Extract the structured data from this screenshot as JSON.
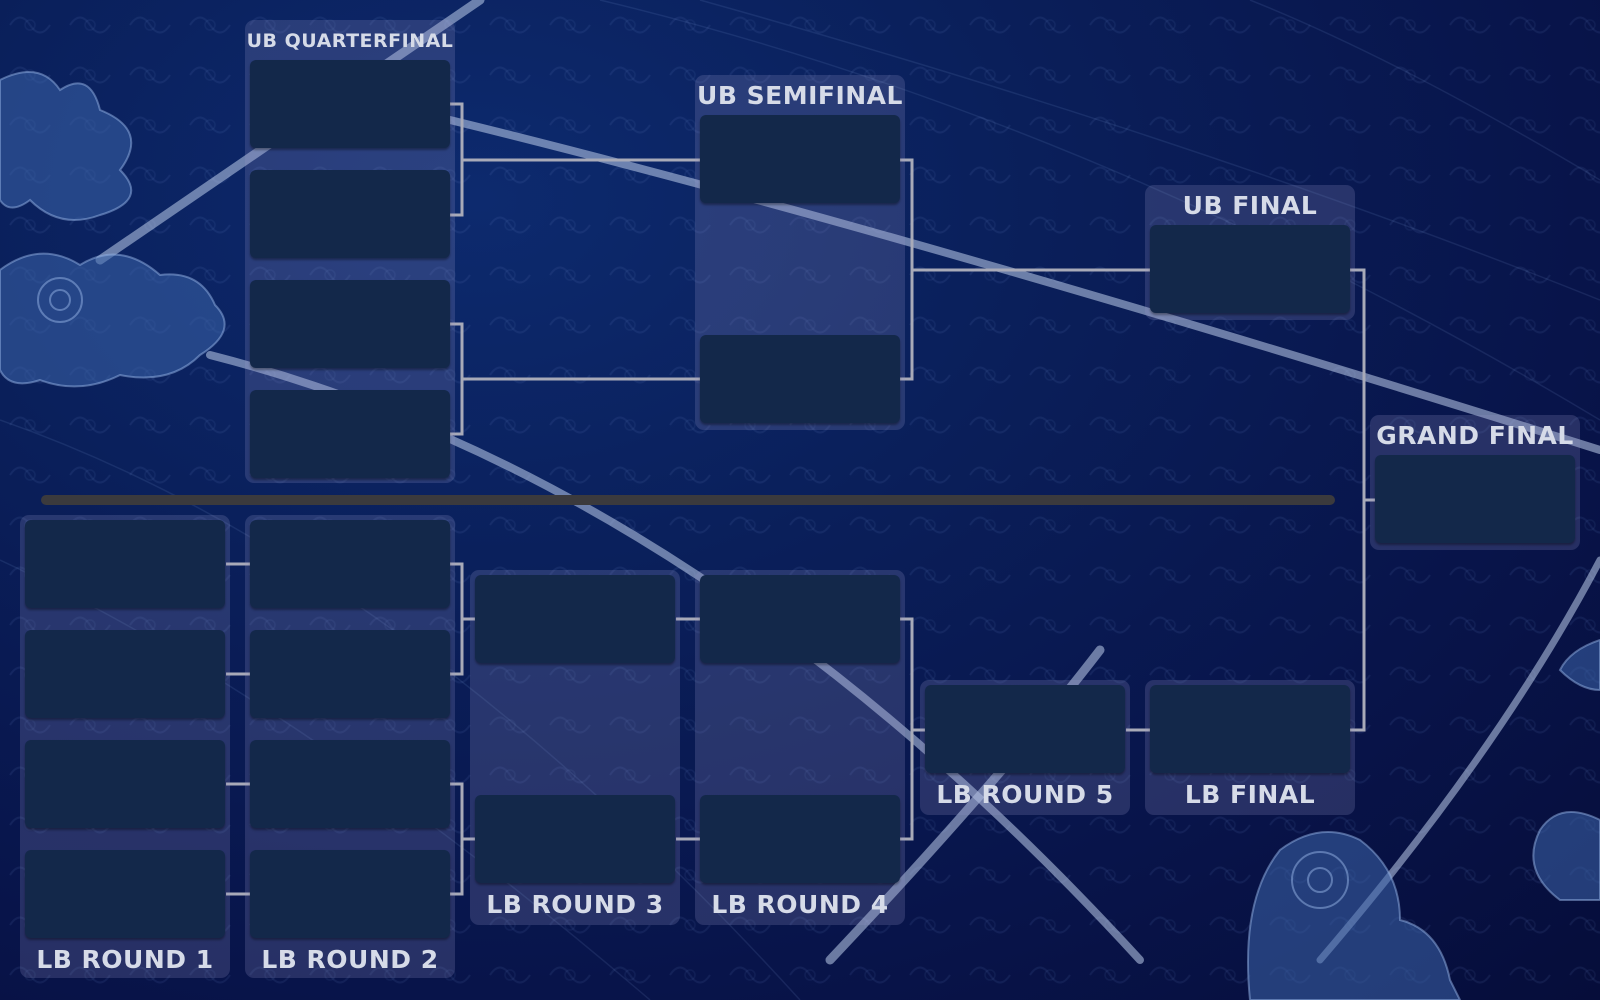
{
  "rounds": {
    "ub_quarterfinal": "UB QUARTERFINAL",
    "ub_semifinal": "UB SEMIFINAL",
    "ub_final": "UB FINAL",
    "grand_final": "GRAND FINAL",
    "lb_round_1": "LB ROUND 1",
    "lb_round_2": "LB ROUND 2",
    "lb_round_3": "LB ROUND 3",
    "lb_round_4": "LB ROUND 4",
    "lb_round_5": "LB ROUND 5",
    "lb_final": "LB FINAL"
  },
  "theme": {
    "background": "#0a1f5a",
    "panel": "#9696c8",
    "match_slot": "#13284a",
    "connector": "#a8aab8",
    "divider": "#3b3a3d",
    "label": "#d6dbe8"
  },
  "decorations": [
    "cloud-swirl-top-left",
    "cloud-swirl-bottom-right",
    "wave-streaks"
  ]
}
